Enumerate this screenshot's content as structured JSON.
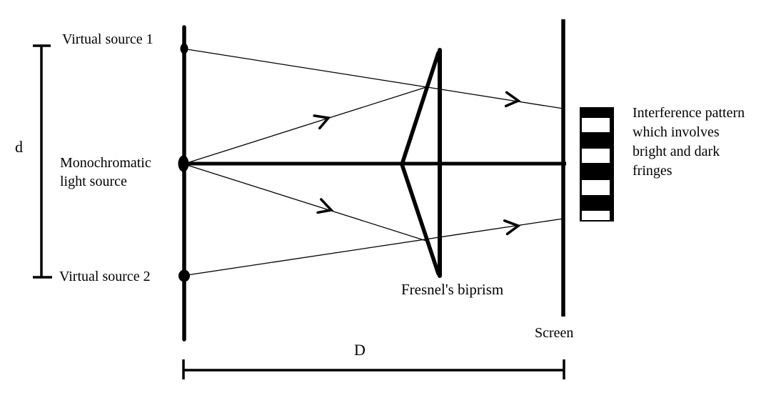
{
  "diagram": {
    "labels": {
      "virtual_source_1": "Virtual source 1",
      "monochromatic_source": "Monochromatic\nlight source",
      "virtual_source_2": "Virtual source 2",
      "fresnel_biprism": "Fresnel's biprism",
      "screen": "Screen",
      "slit_separation": "d",
      "screen_distance": "D",
      "interference_caption": "Interference pattern\nwhich involves\nbright and dark\nfringes"
    },
    "colors": {
      "ink": "#000000",
      "background": "#ffffff",
      "bright_fringe": "#ffffff",
      "dark_fringe": "#000000"
    },
    "fringe_count": {
      "dark": 4,
      "bright": 4
    }
  }
}
